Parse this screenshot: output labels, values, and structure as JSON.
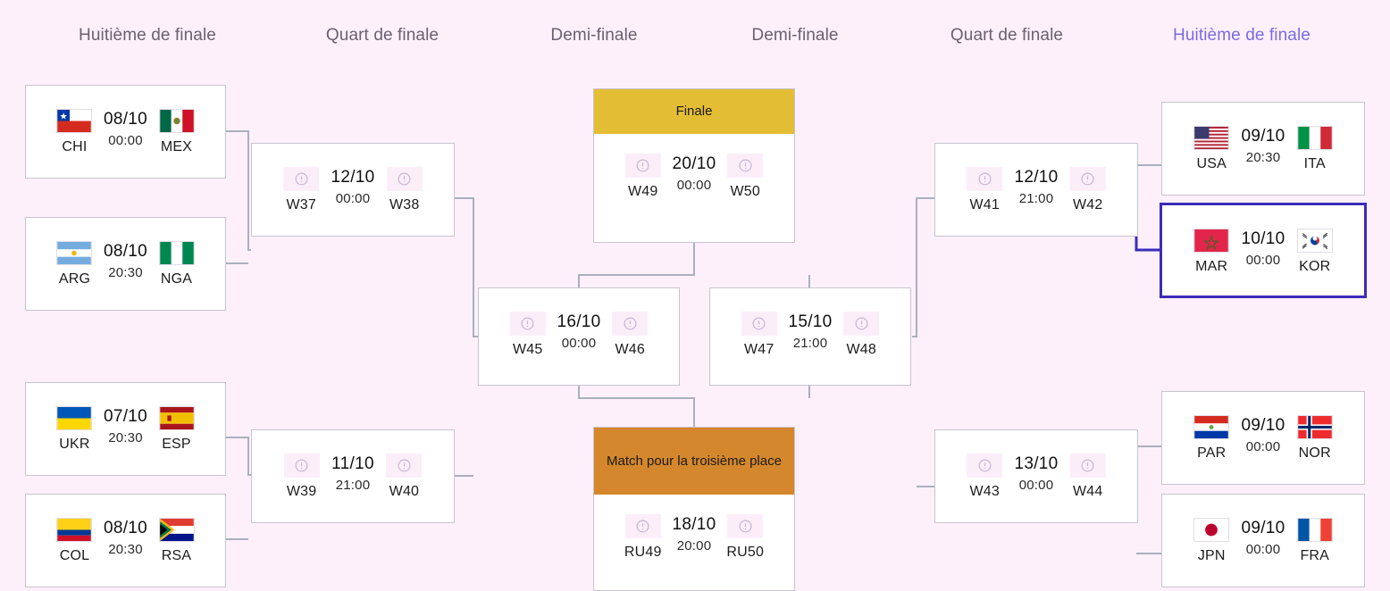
{
  "background_color": "#FDF0FB",
  "accent_selected_color": "#3A2DB8",
  "final_header_color": "#E3BD33",
  "third_place_header_color": "#D4872C",
  "headers": [
    {
      "label": "Huitième de finale",
      "active": false
    },
    {
      "label": "Quart de finale",
      "active": false
    },
    {
      "label": "Demi-finale",
      "active": false
    },
    {
      "label": "Demi-finale",
      "active": false
    },
    {
      "label": "Quart de finale",
      "active": false
    },
    {
      "label": "Huitième de finale",
      "active": true
    }
  ],
  "placeholder_icon": "alert-circle-icon",
  "matches": {
    "r16_1": {
      "home": "CHI",
      "away": "MEX",
      "date": "08/10",
      "time": "00:00",
      "home_flag": "chile-flag",
      "away_flag": "mexico-flag"
    },
    "r16_2": {
      "home": "ARG",
      "away": "NGA",
      "date": "08/10",
      "time": "20:30",
      "home_flag": "argentina-flag",
      "away_flag": "nigeria-flag"
    },
    "r16_3": {
      "home": "UKR",
      "away": "ESP",
      "date": "07/10",
      "time": "20:30",
      "home_flag": "ukraine-flag",
      "away_flag": "spain-flag"
    },
    "r16_4": {
      "home": "COL",
      "away": "RSA",
      "date": "08/10",
      "time": "20:30",
      "home_flag": "colombia-flag",
      "away_flag": "south-africa-flag"
    },
    "r16_5": {
      "home": "USA",
      "away": "ITA",
      "date": "09/10",
      "time": "20:30",
      "home_flag": "usa-flag",
      "away_flag": "italy-flag"
    },
    "r16_6": {
      "home": "MAR",
      "away": "KOR",
      "date": "10/10",
      "time": "00:00",
      "home_flag": "morocco-flag",
      "away_flag": "south-korea-flag",
      "selected": true
    },
    "r16_7": {
      "home": "PAR",
      "away": "NOR",
      "date": "09/10",
      "time": "00:00",
      "home_flag": "paraguay-flag",
      "away_flag": "norway-flag"
    },
    "r16_8": {
      "home": "JPN",
      "away": "FRA",
      "date": "09/10",
      "time": "00:00",
      "home_flag": "japan-flag",
      "away_flag": "france-flag"
    },
    "qf_1": {
      "home": "W37",
      "away": "W38",
      "date": "12/10",
      "time": "00:00"
    },
    "qf_2": {
      "home": "W39",
      "away": "W40",
      "date": "11/10",
      "time": "21:00"
    },
    "qf_3": {
      "home": "W41",
      "away": "W42",
      "date": "12/10",
      "time": "21:00"
    },
    "qf_4": {
      "home": "W43",
      "away": "W44",
      "date": "13/10",
      "time": "00:00"
    },
    "sf_1": {
      "home": "W45",
      "away": "W46",
      "date": "16/10",
      "time": "00:00"
    },
    "sf_2": {
      "home": "W47",
      "away": "W48",
      "date": "15/10",
      "time": "21:00"
    },
    "final": {
      "title": "Finale",
      "home": "W49",
      "away": "W50",
      "date": "20/10",
      "time": "00:00"
    },
    "third": {
      "title": "Match pour la troisième place",
      "home": "RU49",
      "away": "RU50",
      "date": "18/10",
      "time": "20:00"
    }
  }
}
